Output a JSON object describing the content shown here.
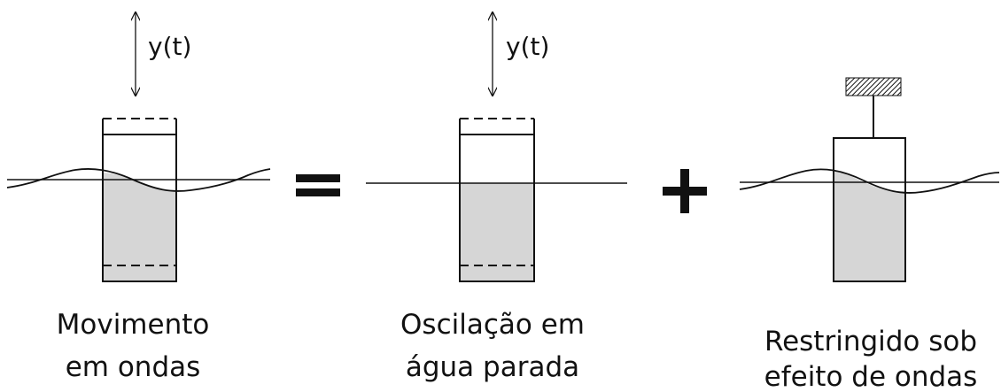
{
  "panels": [
    {
      "motion_label": "y(t)",
      "caption_line1": "Movimento",
      "caption_line2": "em ondas"
    },
    {
      "motion_label": "y(t)",
      "caption_line1": "Oscilação em",
      "caption_line2": "água parada"
    },
    {
      "caption_line1": "Restringido sob",
      "caption_line2": "efeito de ondas"
    }
  ],
  "operators": {
    "equals": "=",
    "plus": "+"
  },
  "colors": {
    "submerged": "#d6d6d6",
    "line": "#111111"
  }
}
